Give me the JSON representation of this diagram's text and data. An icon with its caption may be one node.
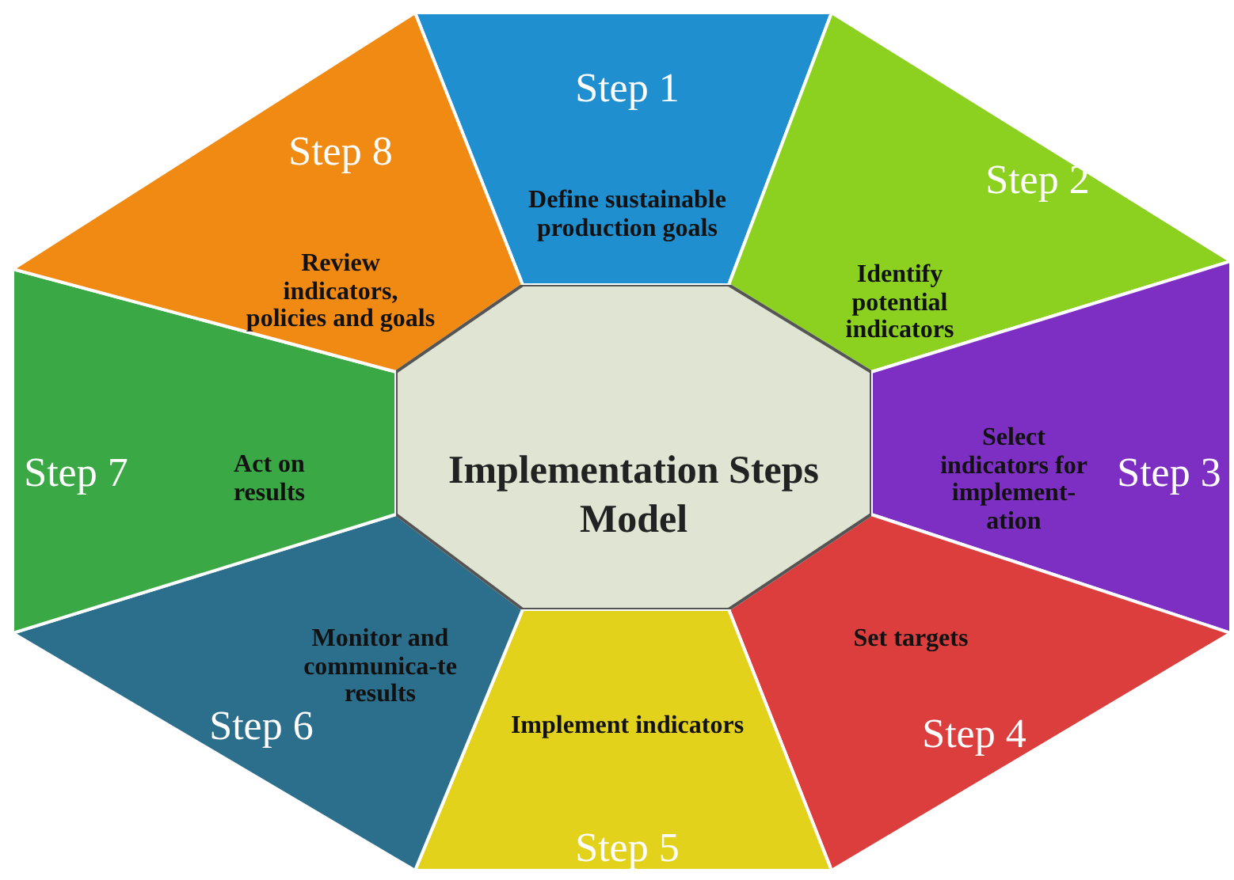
{
  "diagram": {
    "nodes": [
      {
        "text": [
          "Step 1",
          "Define sustainable production goals"
        ]
      },
      {
        "text": [
          "Step 2",
          "Identify potential indicators"
        ]
      },
      {
        "text": [
          "Select indicators for implement-ation",
          "Step 3"
        ]
      },
      {
        "text": [
          "Set targets",
          "Step 4"
        ]
      },
      {
        "text": [
          "Implement indicators",
          "Step 5"
        ]
      },
      {
        "text": [
          "Monitor and communica-te results",
          "Step 6"
        ]
      },
      {
        "text": [
          "Step 7",
          "Act on results"
        ]
      },
      {
        "text": [
          "Step 8",
          "Review indicators, policies and goals"
        ]
      },
      {
        "text": [
          "Implementation Steps Model"
        ]
      }
    ],
    "edges": []
  }
}
